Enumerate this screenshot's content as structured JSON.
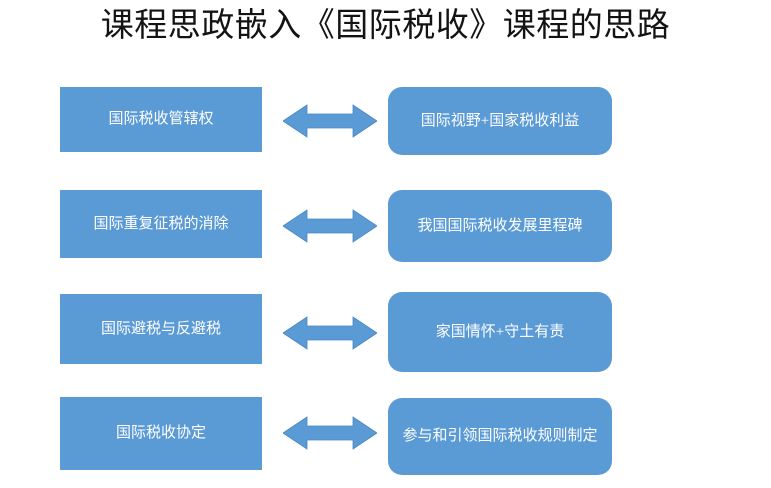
{
  "slide": {
    "title": "课程思政嵌入《国际税收》课程的思路",
    "background_color": "#FFFFFF",
    "title_color": "#131313",
    "accent_color": "#5B9BD5",
    "box_text_color": "#FFFFFF"
  },
  "arrow": {
    "icon": "double-headed-arrow-icon",
    "direction": "left-right",
    "color": "#5B9BD5"
  },
  "rows": [
    {
      "left": "国际税收管辖权",
      "right": "国际视野+国家税收利益"
    },
    {
      "left": "国际重复征税的消除",
      "right": "我国国际税收发展里程碑"
    },
    {
      "left": "国际避税与反避税",
      "right": "家国情怀+守土有责"
    },
    {
      "left": "国际税收协定",
      "right": "参与和引领国际税收规则制定"
    }
  ]
}
